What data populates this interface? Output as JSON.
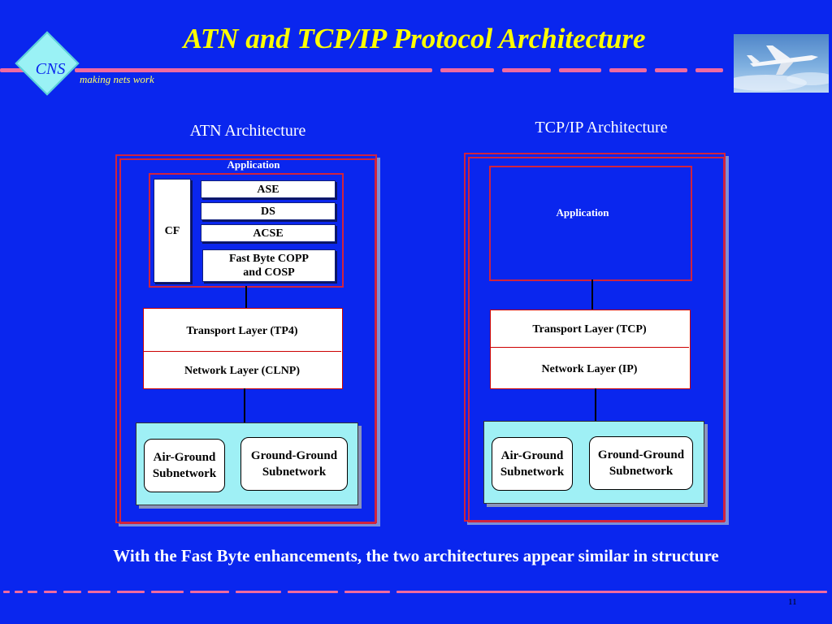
{
  "title": "ATN and TCP/IP Protocol Architecture",
  "logo": {
    "text": "CNS",
    "tagline": "making nets work"
  },
  "colors": {
    "background": "#0a26ee",
    "title": "#ffff00",
    "frame": "#d0233e",
    "dash": "#f06aa0",
    "subnet_fill": "#9ff0f5"
  },
  "atn": {
    "heading": "ATN Architecture",
    "application_label": "Application",
    "cf_label": "CF",
    "ase": "ASE",
    "ds": "DS",
    "acse": "ACSE",
    "fast_byte": "Fast Byte COPP and COSP",
    "transport": "Transport Layer (TP4)",
    "network": "Network Layer (CLNP)",
    "air_ground": "Air-Ground Subnetwork",
    "ground_ground": "Ground-Ground Subnetwork"
  },
  "tcpip": {
    "heading": "TCP/IP Architecture",
    "application_label": "Application",
    "transport": "Transport Layer  (TCP)",
    "network": "Network Layer (IP)",
    "air_ground": "Air-Ground Subnetwork",
    "ground_ground": "Ground-Ground Subnetwork"
  },
  "footer": "With the Fast Byte enhancements, the two architectures appear similar in structure",
  "page_number": "11"
}
